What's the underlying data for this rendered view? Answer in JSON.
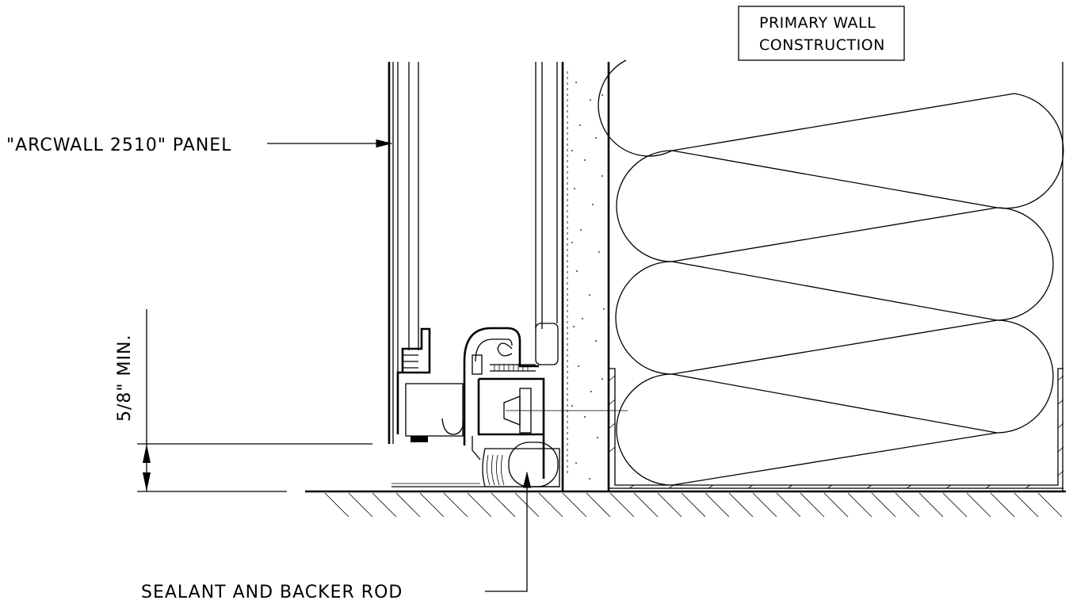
{
  "labels": {
    "panel": "\"ARCWALL 2510\" PANEL",
    "primary_wall_line1": "PRIMARY WALL",
    "primary_wall_line2": "CONSTRUCTION",
    "dimension": "5/8\" MIN.",
    "sealant": "SEALANT AND BACKER ROD"
  }
}
